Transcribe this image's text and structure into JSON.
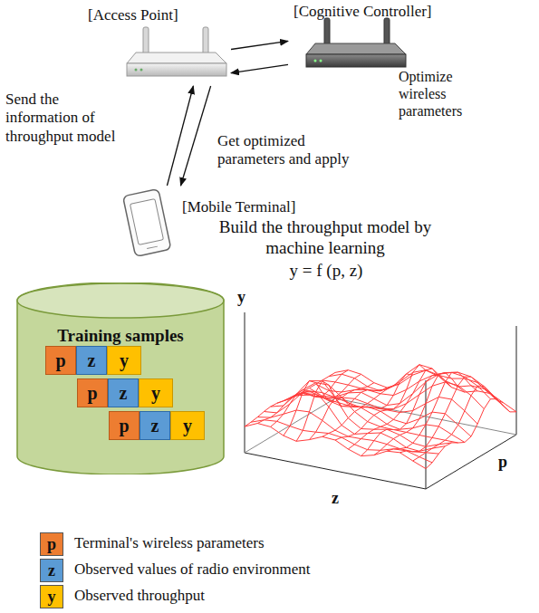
{
  "diagram": {
    "nodes": [
      {
        "text": [
          "[Access Point]"
        ]
      },
      {
        "text": [
          "[Cognitive Controller]",
          "Optimize wireless parameters"
        ]
      },
      {
        "text": [
          "[Mobile Terminal]"
        ]
      },
      {
        "text": [
          "Training samples"
        ]
      },
      {
        "text": [
          "p"
        ],
        "in": 3
      },
      {
        "text": [
          "z"
        ],
        "in": 3
      },
      {
        "text": [
          "y"
        ],
        "in": 3
      },
      {
        "text": [
          "p"
        ],
        "in": 3
      },
      {
        "text": [
          "z"
        ],
        "in": 3
      },
      {
        "text": [
          "y"
        ],
        "in": 3
      },
      {
        "text": [
          "p"
        ],
        "in": 3
      },
      {
        "text": [
          "z"
        ],
        "in": 3
      },
      {
        "text": [
          "y"
        ],
        "in": 3
      }
    ],
    "edges": [
      {
        "from": 0,
        "to": 1,
        "arrow": "to"
      },
      {
        "from": 1,
        "to": 0,
        "arrow": "to"
      },
      {
        "from": 2,
        "to": 0,
        "label": "Send the information of throughput model",
        "arrow": "to"
      },
      {
        "from": 0,
        "to": 2,
        "label": "Get optimized parameters and apply",
        "arrow": "to"
      }
    ],
    "labels": [
      "Build the throughput model by machine learning",
      "y = f (p, z)",
      "y",
      "z",
      "p",
      "p",
      "z",
      "y"
    ],
    "legend": [
      {
        "text": "Terminal's wireless parameters",
        "color": "#ed7d31"
      },
      {
        "text": "Observed values of radio environment",
        "color": "#5b9bd5"
      },
      {
        "text": "Observed throughput",
        "color": "#ffc000"
      }
    ]
  }
}
